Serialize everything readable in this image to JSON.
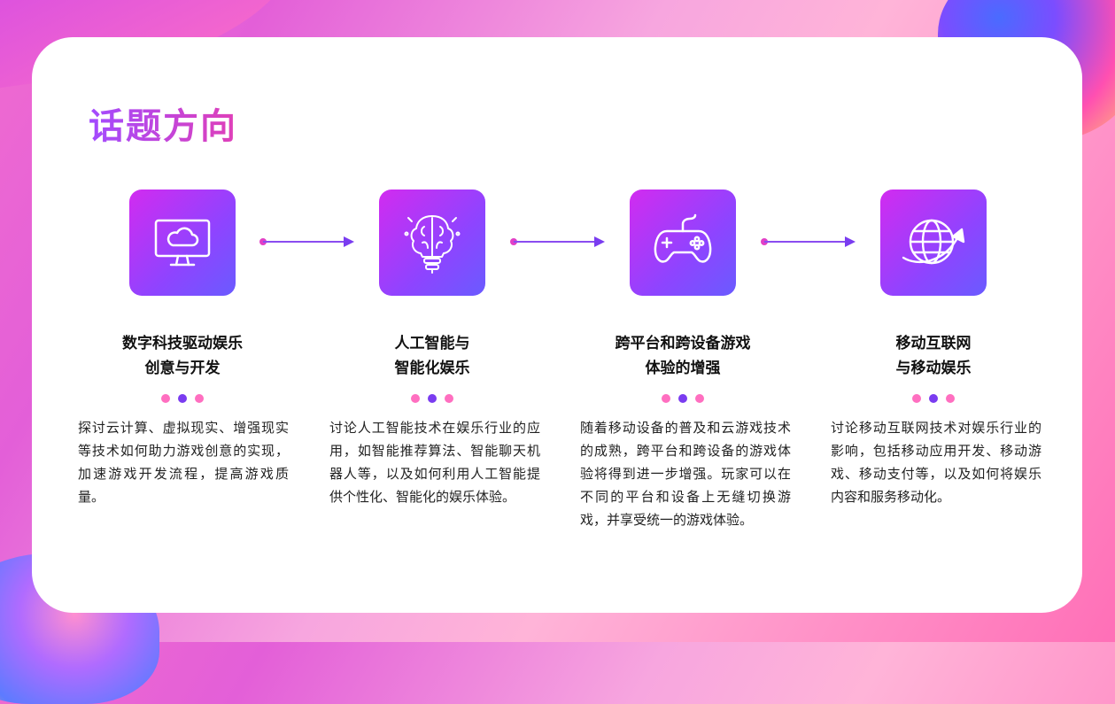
{
  "title": "话题方向",
  "steps": [
    {
      "icon": "cloud-monitor-icon",
      "title_lines": [
        "数字科技驱动娱乐",
        "创意与开发"
      ],
      "desc": "探讨云计算、虚拟现实、增强现实等技术如何助力游戏创意的实现，加速游戏开发流程，提高游戏质量。"
    },
    {
      "icon": "brain-bulb-icon",
      "title_lines": [
        "人工智能与",
        "智能化娱乐"
      ],
      "desc": "讨论人工智能技术在娱乐行业的应用，如智能推荐算法、智能聊天机器人等，以及如何利用人工智能提供个性化、智能化的娱乐体验。"
    },
    {
      "icon": "gamepad-icon",
      "title_lines": [
        "跨平台和跨设备游戏",
        "体验的增强"
      ],
      "desc": "随着移动设备的普及和云游戏技术的成熟，跨平台和跨设备的游戏体验将得到进一步增强。玩家可以在不同的平台和设备上无缝切换游戏，并享受统一的游戏体验。"
    },
    {
      "icon": "globe-arrow-icon",
      "title_lines": [
        "移动互联网",
        "与移动娱乐"
      ],
      "desc": "讨论移动互联网技术对娱乐行业的影响，包括移动应用开发、移动游戏、移动支付等，以及如何将娱乐内容和服务移动化。"
    }
  ],
  "colors": {
    "accent_purple": "#7a3cf0",
    "accent_pink": "#ff6fc0",
    "icon_gradient_start": "#d22bf0",
    "icon_gradient_end": "#6a5bff"
  }
}
